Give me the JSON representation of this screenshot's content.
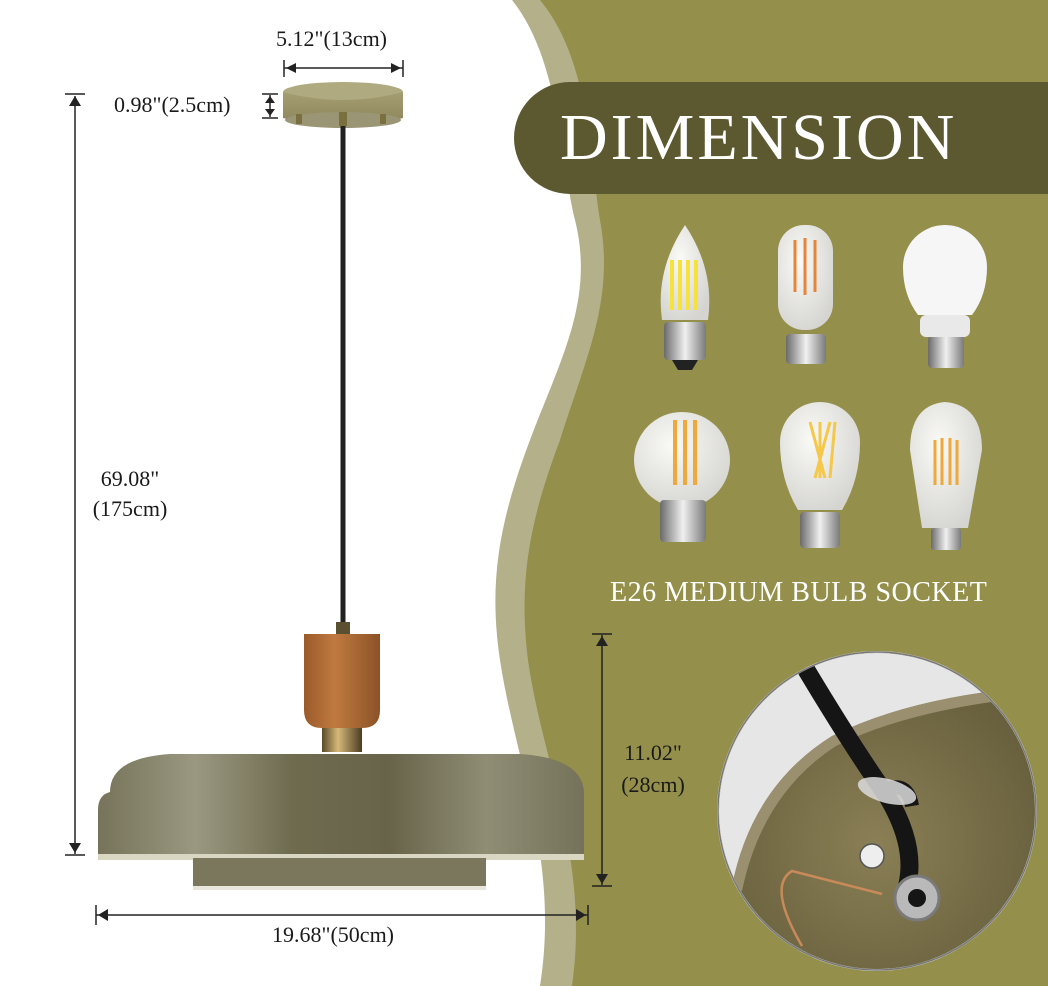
{
  "banner": {
    "title": "DIMENSION"
  },
  "socket": {
    "title": "E26 MEDIUM BULB SOCKET",
    "bulbs": [
      {
        "type": "candle-filament-bulb"
      },
      {
        "type": "tubular-filament-bulb"
      },
      {
        "type": "a19-led-bulb"
      },
      {
        "type": "globe-filament-bulb"
      },
      {
        "type": "a19-filament-bulb"
      },
      {
        "type": "st64-edison-bulb"
      }
    ]
  },
  "dimensions": {
    "canopy_width": "5.12\"(13cm)",
    "canopy_height": "0.98\"(2.5cm)",
    "total_height_in": "69.08\"",
    "total_height_cm": "(175cm)",
    "shade_height_in": "11.02\"",
    "shade_height_cm": "(28cm)",
    "shade_width": "19.68\"(50cm)"
  },
  "colors": {
    "olive_bg": "#948f4a",
    "olive_light_band": "#b3b08a",
    "banner_dark": "#5c5930",
    "shade": "#7d7a5a",
    "wood": "#b0703a"
  }
}
